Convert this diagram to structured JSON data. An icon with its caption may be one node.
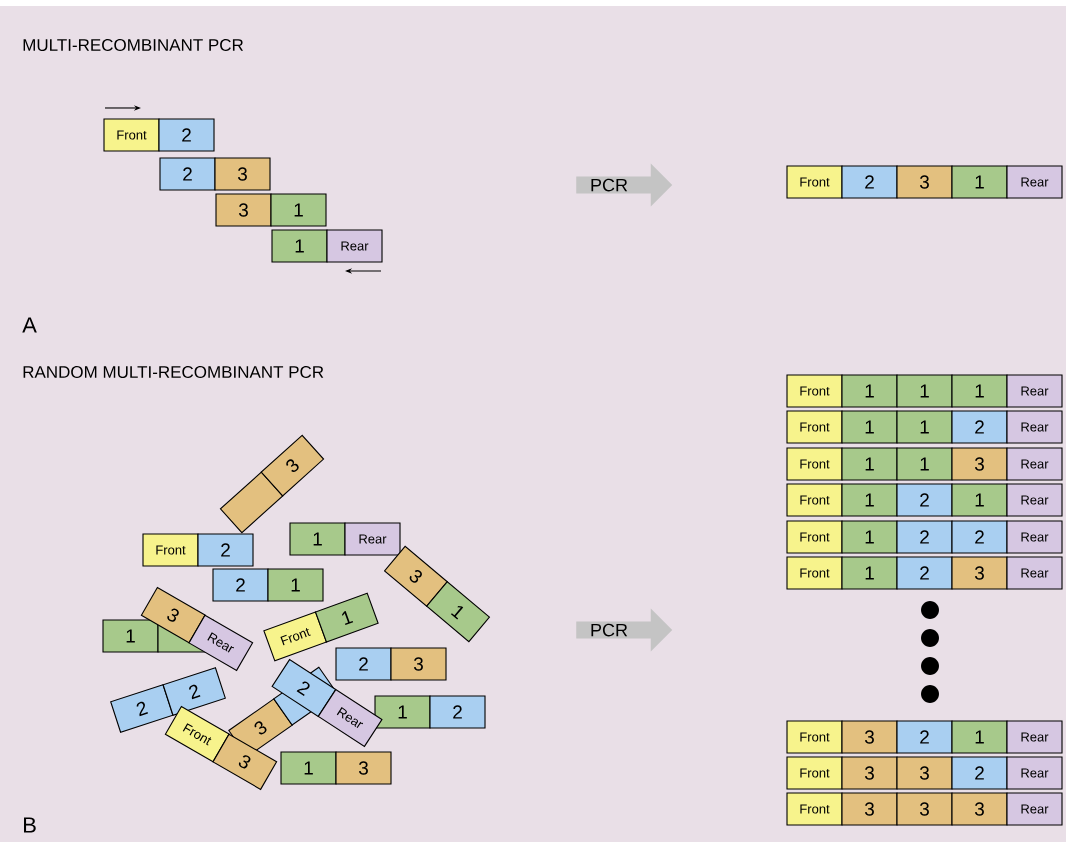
{
  "diagram": {
    "nodes": [
      {
        "text": [
          "Front"
        ]
      },
      {
        "text": [
          "2"
        ]
      },
      {
        "text": [
          "2"
        ]
      },
      {
        "text": [
          "3"
        ]
      },
      {
        "text": [
          "3"
        ]
      },
      {
        "text": [
          "1"
        ]
      },
      {
        "text": [
          "1"
        ]
      },
      {
        "text": [
          "Rear"
        ]
      },
      {
        "text": [
          "PCR"
        ]
      },
      {
        "text": [
          "Front"
        ]
      },
      {
        "text": [
          "2"
        ]
      },
      {
        "text": [
          "3"
        ]
      },
      {
        "text": [
          "1"
        ]
      },
      {
        "text": [
          "Rear"
        ]
      },
      {
        "text": [
          "Front"
        ]
      },
      {
        "text": [
          "2"
        ]
      },
      {
        "text": [],
        "shape": "box"
      },
      {
        "text": [
          "3"
        ]
      },
      {
        "text": [
          "2"
        ]
      },
      {
        "text": [
          "1"
        ]
      },
      {
        "text": [
          "1"
        ]
      },
      {
        "text": [
          "Rear"
        ]
      },
      {
        "text": [
          "3"
        ]
      },
      {
        "text": [
          "1"
        ]
      },
      {
        "text": [
          "1"
        ]
      },
      {
        "text": [],
        "shape": "box"
      },
      {
        "text": [
          "3"
        ]
      },
      {
        "text": [
          "Rear"
        ]
      },
      {
        "text": [
          "2"
        ]
      },
      {
        "text": [
          "2"
        ]
      },
      {
        "text": [
          "Front"
        ]
      },
      {
        "text": [
          "1"
        ]
      },
      {
        "text": [
          "2"
        ]
      },
      {
        "text": [
          "3"
        ]
      },
      {
        "text": [
          "1"
        ]
      },
      {
        "text": [
          "2"
        ]
      },
      {
        "text": [
          "2"
        ]
      },
      {
        "text": [
          "Rear"
        ]
      },
      {
        "text": [
          "3"
        ]
      },
      {
        "text": [],
        "shape": "box"
      },
      {
        "text": [
          "1"
        ]
      },
      {
        "text": [
          "3"
        ]
      },
      {
        "text": [
          "Front"
        ]
      },
      {
        "text": [
          "3"
        ]
      },
      {
        "text": [
          "PCR"
        ]
      },
      {
        "text": [
          "Front"
        ]
      },
      {
        "text": [
          "1"
        ]
      },
      {
        "text": [
          "1"
        ]
      },
      {
        "text": [
          "1"
        ]
      },
      {
        "text": [
          "Rear"
        ]
      },
      {
        "text": [
          "Front"
        ]
      },
      {
        "text": [
          "1"
        ]
      },
      {
        "text": [
          "1"
        ]
      },
      {
        "text": [
          "2"
        ]
      },
      {
        "text": [
          "Rear"
        ]
      },
      {
        "text": [
          "Front"
        ]
      },
      {
        "text": [
          "1"
        ]
      },
      {
        "text": [
          "1"
        ]
      },
      {
        "text": [
          "3"
        ]
      },
      {
        "text": [
          "Rear"
        ]
      },
      {
        "text": [
          "Front"
        ]
      },
      {
        "text": [
          "1"
        ]
      },
      {
        "text": [
          "2"
        ]
      },
      {
        "text": [
          "1"
        ]
      },
      {
        "text": [
          "Rear"
        ]
      },
      {
        "text": [
          "Front"
        ]
      },
      {
        "text": [
          "1"
        ]
      },
      {
        "text": [
          "2"
        ]
      },
      {
        "text": [
          "2"
        ]
      },
      {
        "text": [
          "Rear"
        ]
      },
      {
        "text": [
          "Front"
        ]
      },
      {
        "text": [
          "1"
        ]
      },
      {
        "text": [
          "2"
        ]
      },
      {
        "text": [
          "3"
        ]
      },
      {
        "text": [
          "Rear"
        ]
      },
      {
        "text": [
          "Front"
        ]
      },
      {
        "text": [
          "3"
        ]
      },
      {
        "text": [
          "2"
        ]
      },
      {
        "text": [
          "1"
        ]
      },
      {
        "text": [
          "Rear"
        ]
      },
      {
        "text": [
          "Front"
        ]
      },
      {
        "text": [
          "3"
        ]
      },
      {
        "text": [
          "3"
        ]
      },
      {
        "text": [
          "2"
        ]
      },
      {
        "text": [
          "Rear"
        ]
      },
      {
        "text": [
          "Front"
        ]
      },
      {
        "text": [
          "3"
        ]
      },
      {
        "text": [
          "3"
        ]
      },
      {
        "text": [
          "3"
        ]
      },
      {
        "text": [
          "Rear"
        ]
      }
    ],
    "labels": [
      "MULTI-RECOMBINANT PCR",
      "A",
      "RANDOM MULTI-RECOMBINANT PCR",
      "B"
    ]
  }
}
